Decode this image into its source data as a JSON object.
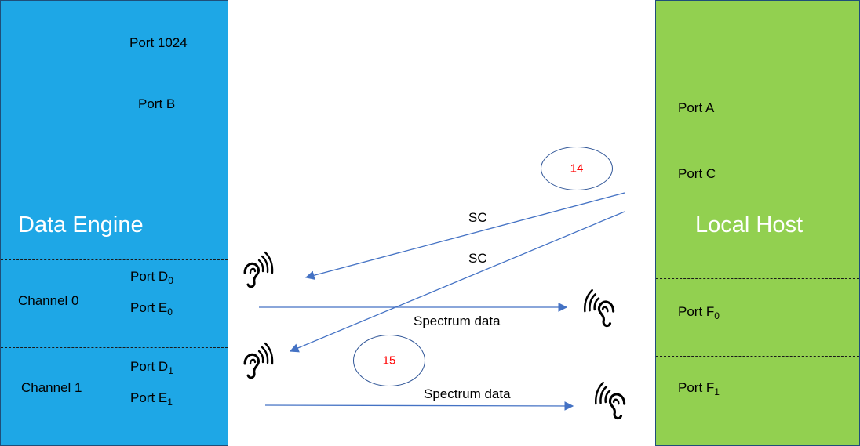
{
  "colors": {
    "data_engine": "#1ea7e6",
    "local_host": "#92d050",
    "arrow": "#4472c4",
    "step_number": "#ff0000"
  },
  "data_engine": {
    "title": "Data Engine",
    "port_1024": "Port 1024",
    "port_b": "Port B",
    "channel0": {
      "label": "Channel 0",
      "port_d": "Port D",
      "port_d_sub": "0",
      "port_e": "Port E",
      "port_e_sub": "0"
    },
    "channel1": {
      "label": "Channel 1",
      "port_d": "Port D",
      "port_d_sub": "1",
      "port_e": "Port E",
      "port_e_sub": "1"
    }
  },
  "local_host": {
    "title": "Local Host",
    "port_a": "Port A",
    "port_c": "Port C",
    "port_f0": "Port F",
    "port_f0_sub": "0",
    "port_f1": "Port F",
    "port_f1_sub": "1"
  },
  "arrows": {
    "sc_top": "SC",
    "sc_bottom": "SC",
    "spectrum_top": "Spectrum data",
    "spectrum_bottom": "Spectrum data"
  },
  "steps": {
    "step14": "14",
    "step15": "15"
  },
  "icons": {
    "listener": "ear-with-sound-waves-icon"
  }
}
